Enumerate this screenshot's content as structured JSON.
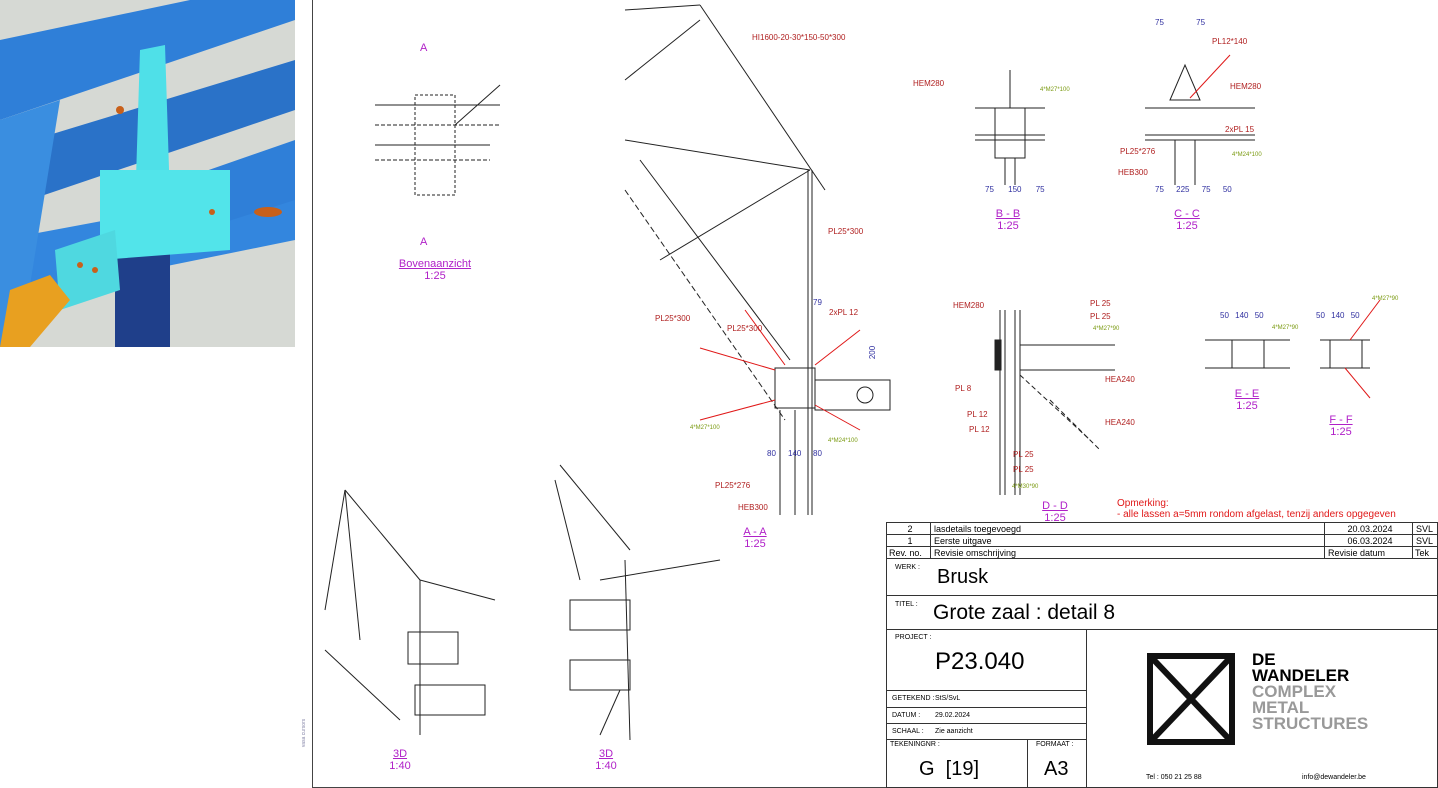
{
  "views": {
    "top": {
      "name": "Bovenaanzicht",
      "scale": "1:25",
      "marker": "A"
    },
    "aa": {
      "name": "A - A",
      "scale": "1:25"
    },
    "bb": {
      "name": "B - B",
      "scale": "1:25"
    },
    "cc": {
      "name": "C - C",
      "scale": "1:25"
    },
    "dd": {
      "name": "D - D",
      "scale": "1:25"
    },
    "ee": {
      "name": "E - E",
      "scale": "1:25"
    },
    "ff": {
      "name": "F - F",
      "scale": "1:25"
    },
    "iso1": {
      "name": "3D",
      "scale": "1:40"
    },
    "iso2": {
      "name": "3D",
      "scale": "1:40"
    }
  },
  "annotations": {
    "hi": "HI1600-20-30*150-50*300",
    "pl25_300": "PL25*300",
    "pl25_300b": "PL25*300",
    "pl2x12": "2xPL 12",
    "d79": "79",
    "d200": "200",
    "heb300": "HEB300",
    "pl25_276": "PL25*276",
    "m27": "4*M27*100",
    "m24": "4*M24*100",
    "d80a": "80",
    "d140": "140",
    "d80b": "80",
    "hem280_b": "HEM280",
    "m27b": "4*M27*100",
    "bb_dims": [
      "75",
      "150",
      "75"
    ],
    "cc_top": [
      "75",
      "75"
    ],
    "pl12_140": "PL12*140",
    "hem280_c": "HEM280",
    "pl2x15": "2xPL 15",
    "pl25_276c": "PL25*276",
    "heb300c": "HEB300",
    "m24c": "4*M24*100",
    "cc_dims": [
      "75",
      "225",
      "75",
      "50"
    ],
    "hem280_d": "HEM280",
    "pl25a": "PL 25",
    "pl25b": "PL 25",
    "m27d": "4*M27*90",
    "hea240a": "HEA240",
    "pl8": "PL 8",
    "pl12a": "PL 12",
    "pl12b": "PL 12",
    "hea240b": "HEA240",
    "pl25c": "PL 25",
    "pl25d": "PL 25",
    "m30d": "4*M30*90",
    "ee_dims": [
      "50",
      "140",
      "50"
    ],
    "ff_dims": [
      "50",
      "140",
      "50"
    ],
    "m27e": "4*M27*90",
    "m27f": "4*M27*90"
  },
  "note": {
    "title": "Opmerking:",
    "text": "- alle lassen a=5mm rondom afgelast, tenzij anders opgegeven"
  },
  "side_text": "vasa cursors",
  "titleblock": {
    "revisions": [
      {
        "no": "2",
        "desc": "lasdetails toegevoegd",
        "date": "20.03.2024",
        "tek": "SVL"
      },
      {
        "no": "1",
        "desc": "Eerste uitgave",
        "date": "06.03.2024",
        "tek": "SVL"
      }
    ],
    "rev_header": {
      "no": "Rev. no.",
      "desc": "Revisie omschrijving",
      "date": "Revisie datum",
      "tek": "Tek"
    },
    "werk_label": "WERK :",
    "werk": "Brusk",
    "titel_label": "TITEL :",
    "titel": "Grote zaal : detail 8",
    "project_label": "PROJECT :",
    "project": "P23.040",
    "getekend_label": "GETEKEND :",
    "getekend": "StS/SvL",
    "datum_label": "DATUM :",
    "datum": "29.02.2024",
    "schaal_label": "SCHAAL :",
    "schaal": "Zie aanzicht",
    "tekeningnr_label": "TEKENINGNR :",
    "tekeningnr": "G  [19]",
    "formaat_label": "FORMAAT :",
    "formaat": "A3",
    "company": {
      "l1": "DE",
      "l2": "WANDELER",
      "l3": "COMPLEX",
      "l4": "METAL",
      "l5": "STRUCTURES"
    },
    "tel": "Tel : 050 21 25 88",
    "email": "info@dewandeler.be"
  },
  "colors": {
    "render_blue": "#2f7fd8",
    "render_cyan": "#4fe0e8",
    "dim": "#3030a0",
    "weld": "#e01818",
    "view": "#b020c8"
  }
}
